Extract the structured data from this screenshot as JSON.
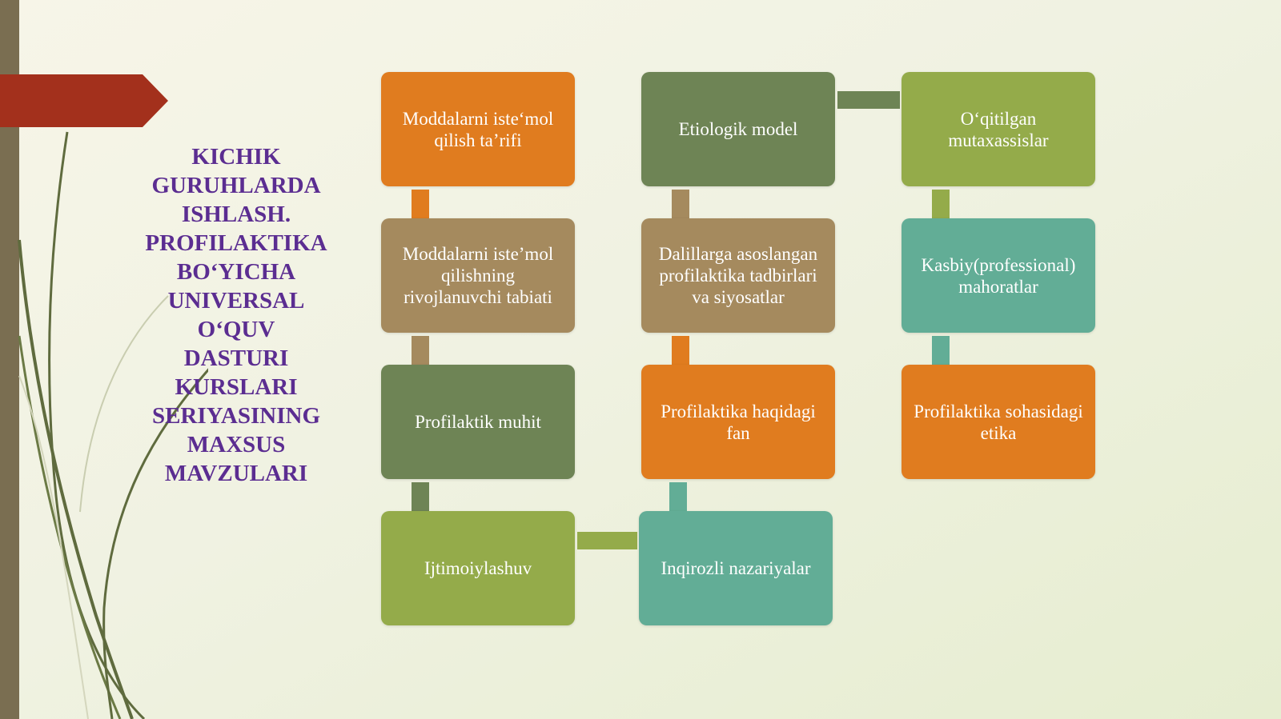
{
  "title": "KICHIK\nGURUHLARDA\nISHLASH.\nPROFILAKTIKA\nBO‘YICHA\nUNIVERSAL\nO‘QUV\nDASTURI\nKURSLARI\nSERIYASINING\nMAXSUS\nMAVZULARI",
  "colors": {
    "title": "#5b2d91",
    "orange": "#e07c1f",
    "dark_green": "#6e8455",
    "olive": "#94ab4a",
    "brown": "#a58a5e",
    "teal": "#62ad96",
    "ribbon": "#a3301c",
    "side_bar": "#7a6e51"
  },
  "boxes": [
    {
      "id": "b1",
      "label": "Moddalarni iste‘mol qilish ta’rifi",
      "color": "#e07c1f"
    },
    {
      "id": "b2",
      "label": "Moddalarni iste’mol qilishning rivojlanuvchi tabiati",
      "color": "#a58a5e"
    },
    {
      "id": "b3",
      "label": "Profilaktik muhit",
      "color": "#6e8455"
    },
    {
      "id": "b4",
      "label": "Ijtimoiylashuv",
      "color": "#94ab4a"
    },
    {
      "id": "b5",
      "label": "Inqirozli nazariyalar",
      "color": "#62ad96"
    },
    {
      "id": "b6",
      "label": "Profilaktika haqidagi fan",
      "color": "#e07c1f"
    },
    {
      "id": "b7",
      "label": "Dalillarga asoslangan profilaktika tadbirlari va siyosatlar",
      "color": "#a58a5e"
    },
    {
      "id": "b8",
      "label": "Etiologik model",
      "color": "#6e8455"
    },
    {
      "id": "b9",
      "label": "O‘qitilgan mutaxassislar",
      "color": "#94ab4a"
    },
    {
      "id": "b10",
      "label": "Kasbiy(professional) mahoratlar",
      "color": "#62ad96"
    },
    {
      "id": "b11",
      "label": "Profilaktika sohasidagi etika",
      "color": "#e07c1f"
    }
  ],
  "connectors": [
    {
      "from": "b1",
      "to": "b2",
      "color": "#e07c1f"
    },
    {
      "from": "b2",
      "to": "b3",
      "color": "#a58a5e"
    },
    {
      "from": "b3",
      "to": "b4",
      "color": "#6e8455"
    },
    {
      "from": "b4",
      "to": "b5",
      "color": "#94ab4a"
    },
    {
      "from": "b5",
      "to": "b6",
      "color": "#62ad96"
    },
    {
      "from": "b6",
      "to": "b7",
      "color": "#e07c1f"
    },
    {
      "from": "b7",
      "to": "b8",
      "color": "#a58a5e"
    },
    {
      "from": "b8",
      "to": "b9",
      "color": "#6e8455"
    },
    {
      "from": "b9",
      "to": "b10",
      "color": "#94ab4a"
    },
    {
      "from": "b10",
      "to": "b11",
      "color": "#62ad96"
    }
  ]
}
